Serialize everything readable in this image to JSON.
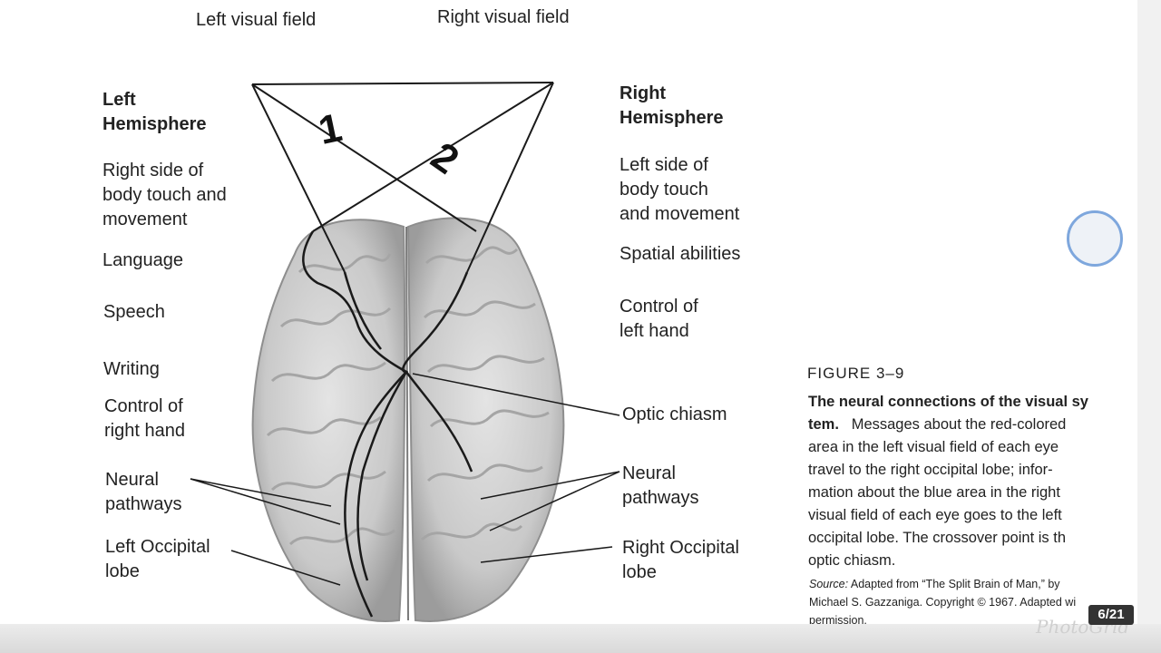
{
  "top_labels": {
    "left_visual_field": "Left visual field",
    "right_visual_field": "Right visual field"
  },
  "left": {
    "heading": "Left\nHemisphere",
    "body_touch": "Right side of\nbody touch and\nmovement",
    "language": "Language",
    "speech": "Speech",
    "writing": "Writing",
    "hand": "Control of\nright hand",
    "pathways": "Neural\npathways",
    "occipital": "Left Occipital\nlobe"
  },
  "right": {
    "heading": "Right\nHemisphere",
    "body_touch": "Left side of\nbody touch\nand movement",
    "spatial": "Spatial abilities",
    "hand": "Control of\nleft hand",
    "chiasm": "Optic chiasm",
    "pathways": "Neural\npathways",
    "occipital": "Right Occipital\nlobe"
  },
  "markers": {
    "one": "1",
    "two": "2"
  },
  "figure": {
    "number": "FIGURE 3–9",
    "caption_lead": "The neural connections of the visual sy",
    "caption_lead_2": "tem.",
    "caption_rest": [
      "Messages about the red-colored",
      "area in the left visual field of each eye",
      "travel to the right occipital lobe; infor-",
      "mation about the blue area in the right",
      "visual field of each eye goes to the left",
      "occipital lobe. The crossover point is th",
      "optic chiasm."
    ],
    "source_label": "Source:",
    "source_1": " Adapted from “The Split Brain of Man,” by",
    "source_2": "Michael S. Gazzaniga. Copyright © 1967. Adapted wi",
    "source_3": "permission."
  },
  "viewer": {
    "page_indicator": "6/21",
    "watermark": "PhotoGrid"
  },
  "colors": {
    "line": "#1a1a1a",
    "brain_fill": "#d9d9d9",
    "brain_shadow": "#9a9a9a"
  }
}
